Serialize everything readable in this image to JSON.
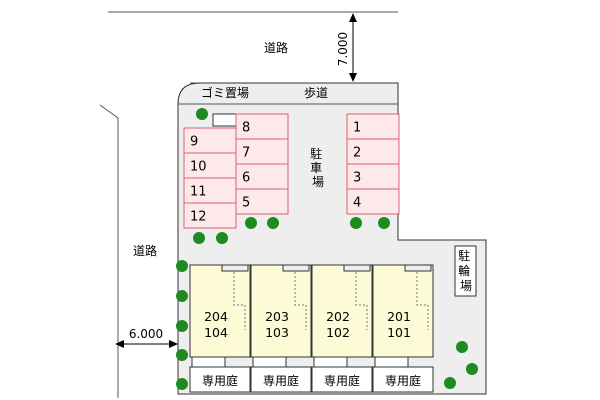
{
  "labels": {
    "road_top": "道路",
    "road_left": "道路",
    "sidewalk": "歩道",
    "garbage": "ゴミ置場",
    "parking": "駐車場",
    "bike_parking": "駐輪場",
    "dim_top": "7.000",
    "dim_left": "6.000"
  },
  "parking_left_col": [
    "9",
    "10",
    "11",
    "12"
  ],
  "parking_mid_col": [
    "8",
    "7",
    "6",
    "5"
  ],
  "parking_right_col": [
    "1",
    "2",
    "3",
    "4"
  ],
  "units": [
    {
      "upper": "204",
      "lower": "104",
      "garden": "専用庭"
    },
    {
      "upper": "203",
      "lower": "103",
      "garden": "専用庭"
    },
    {
      "upper": "202",
      "lower": "102",
      "garden": "専用庭"
    },
    {
      "upper": "201",
      "lower": "101",
      "garden": "専用庭"
    }
  ],
  "colors": {
    "lot": "#eeeeee",
    "parking_fill": "#fde9ec",
    "parking_border": "#e06070",
    "unit_fill": "#fdfbd6",
    "tree": "#1f8a1f",
    "outline": "#333333"
  }
}
